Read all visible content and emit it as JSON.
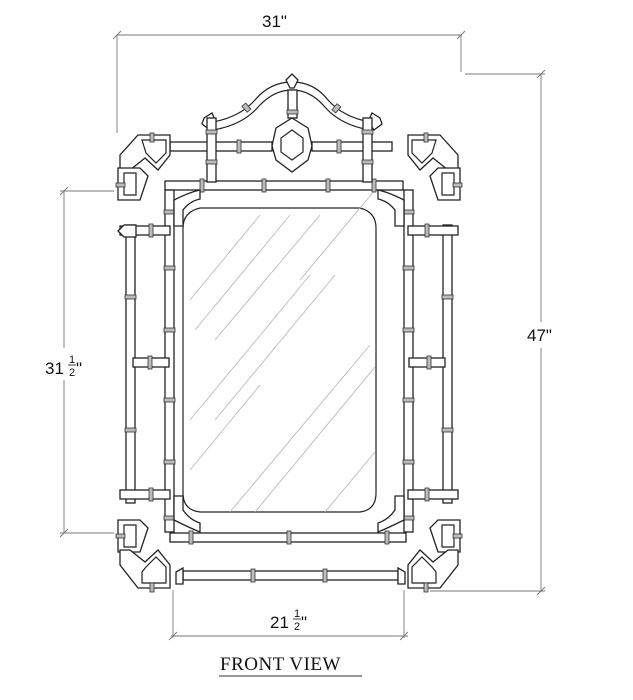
{
  "drawing": {
    "title": "FRONT VIEW",
    "subject": "bamboo-style framed mirror",
    "dimensions": {
      "overall_width": {
        "whole": "31",
        "unit": "\""
      },
      "overall_height": {
        "whole": "47",
        "unit": "\""
      },
      "mirror_height": {
        "whole": "31",
        "num": "1",
        "den": "2",
        "unit": "\""
      },
      "mirror_width": {
        "whole": "21",
        "num": "1",
        "den": "2",
        "unit": "\""
      }
    }
  },
  "colors": {
    "line": "#222222",
    "dimension_line": "#777777",
    "glass_hatch": "#bbbbbb",
    "background": "#ffffff"
  }
}
